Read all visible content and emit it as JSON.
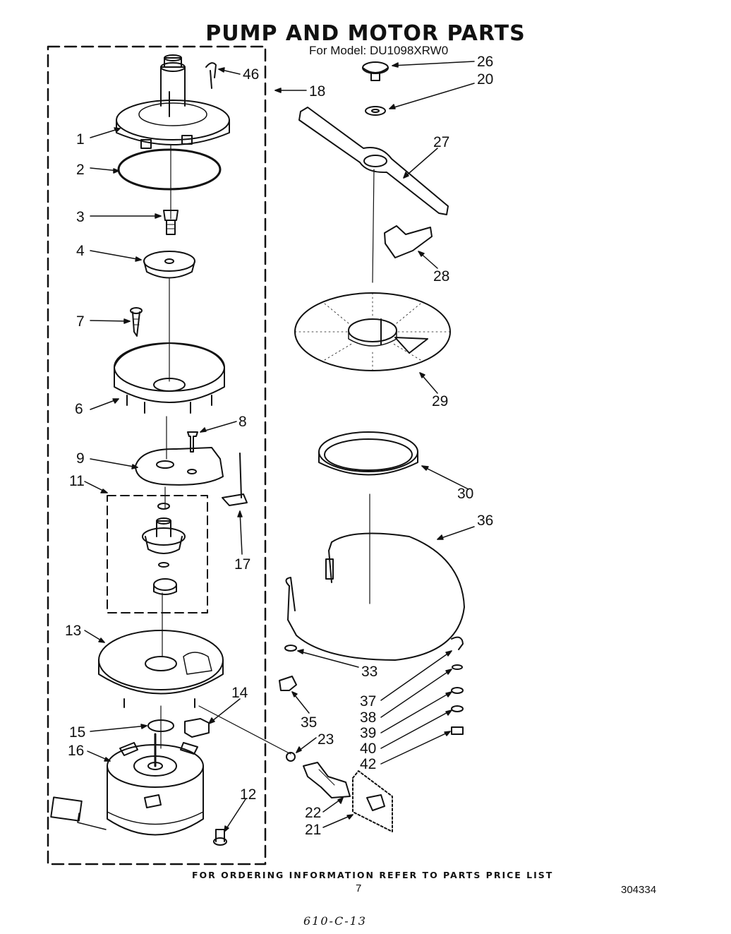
{
  "header": {
    "title": "PUMP AND MOTOR PARTS",
    "model_line": "For Model: DU1098XRW0"
  },
  "footer": {
    "ordering_note": "FOR ORDERING INFORMATION REFER TO PARTS PRICE LIST",
    "page_number": "7",
    "document_number": "304334",
    "handwritten_note": "610-C-13"
  },
  "callouts": {
    "p1": "1",
    "p2": "2",
    "p3": "3",
    "p4": "4",
    "p6": "6",
    "p7": "7",
    "p8": "8",
    "p9": "9",
    "p11": "11",
    "p12": "12",
    "p13": "13",
    "p14": "14",
    "p15": "15",
    "p16": "16",
    "p17": "17",
    "p18": "18",
    "p20": "20",
    "p21": "21",
    "p22": "22",
    "p23": "23",
    "p26": "26",
    "p27": "27",
    "p28": "28",
    "p29": "29",
    "p30": "30",
    "p33": "33",
    "p35": "35",
    "p36": "36",
    "p37": "37",
    "p38": "38",
    "p39": "39",
    "p40": "40",
    "p42": "42",
    "p46": "46"
  }
}
